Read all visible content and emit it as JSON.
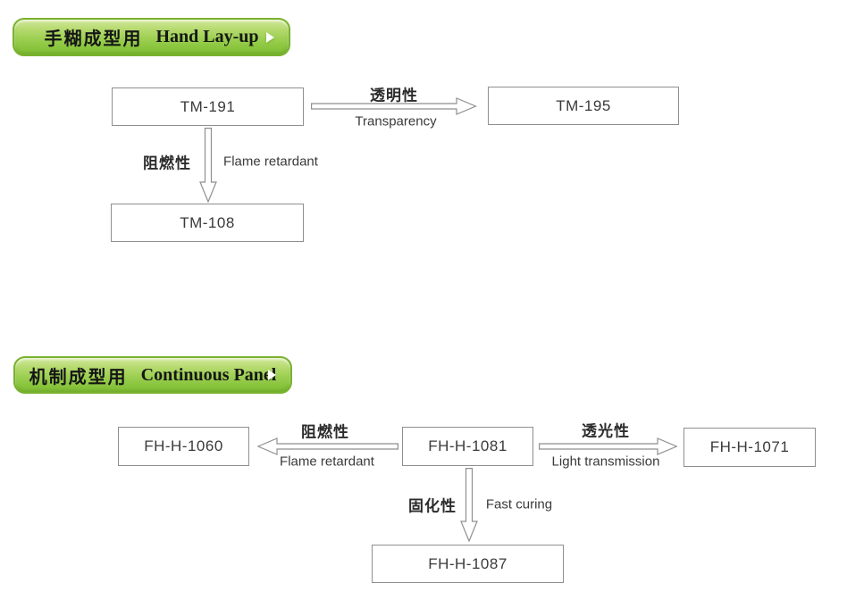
{
  "colors": {
    "header_green": "#8dc63f",
    "header_green_light": "#d2e89c",
    "header_border": "#79b22e",
    "box_border": "#8f8f8f",
    "arrow_stroke": "#8f8f8f",
    "text_dark": "#3a3a3a",
    "header_text": "#161616",
    "play_icon": "#ffffff"
  },
  "sections": [
    {
      "header": {
        "title_zh": "手糊成型用",
        "title_en": "Hand Lay-up"
      },
      "nodes": [
        {
          "label": "TM-191"
        },
        {
          "label": "TM-195"
        },
        {
          "label": "TM-108"
        }
      ],
      "edges": [
        {
          "from": "TM-191",
          "to": "TM-195",
          "direction": "right",
          "label_zh": "透明性",
          "label_en": "Transparency"
        },
        {
          "from": "TM-191",
          "to": "TM-108",
          "direction": "down",
          "label_zh": "阻燃性",
          "label_en": "Flame retardant"
        }
      ]
    },
    {
      "header": {
        "title_zh": "机制成型用",
        "title_en": "Continuous Panel"
      },
      "nodes": [
        {
          "label": "FH-H-1060"
        },
        {
          "label": "FH-H-1081"
        },
        {
          "label": "FH-H-1071"
        },
        {
          "label": "FH-H-1087"
        }
      ],
      "edges": [
        {
          "from": "FH-H-1081",
          "to": "FH-H-1060",
          "direction": "left",
          "label_zh": "阻燃性",
          "label_en": "Flame retardant"
        },
        {
          "from": "FH-H-1081",
          "to": "FH-H-1071",
          "direction": "right",
          "label_zh": "透光性",
          "label_en": "Light transmission"
        },
        {
          "from": "FH-H-1081",
          "to": "FH-H-1087",
          "direction": "down",
          "label_zh": "固化性",
          "label_en": "Fast curing"
        }
      ]
    }
  ]
}
